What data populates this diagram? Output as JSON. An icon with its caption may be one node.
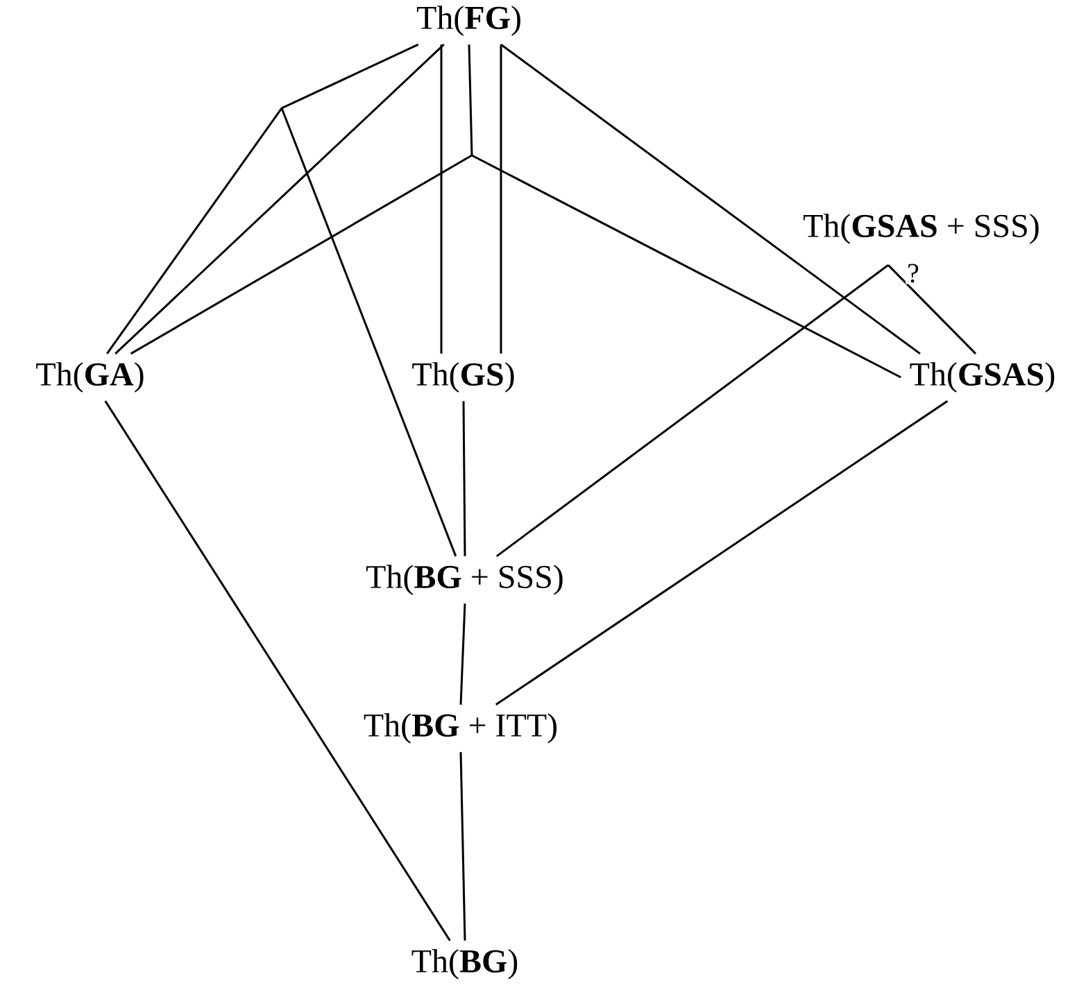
{
  "diagram": {
    "nodes": [
      {
        "text": [
          "Th(**FG**)"
        ]
      },
      {
        "text": [
          "Th(**GA**)"
        ]
      },
      {
        "text": [
          "Th(**GS**)"
        ]
      },
      {
        "text": [
          "Th(**GSAS** + SSS)"
        ]
      },
      {
        "text": [
          "Th(**GSAS**)"
        ]
      },
      {
        "text": [
          "Th(**BG** + SSS)"
        ]
      },
      {
        "text": [
          "Th(**BG** + ITT)"
        ]
      },
      {
        "text": [
          "Th(**BG**)"
        ]
      }
    ],
    "edges": [
      {
        "from": 0,
        "to": 1,
        "arrow": "none"
      },
      {
        "from": 0,
        "to": 5,
        "arrow": "none"
      },
      {
        "from": 0,
        "to": 1,
        "arrow": "none"
      },
      {
        "from": 0,
        "to": 2,
        "arrow": "none"
      },
      {
        "from": 0,
        "to": 1,
        "arrow": "none"
      },
      {
        "from": 0,
        "to": 4,
        "arrow": "none"
      },
      {
        "from": 0,
        "to": 2,
        "arrow": "none"
      },
      {
        "from": 0,
        "to": 4,
        "arrow": "none"
      },
      {
        "from": 5,
        "to": 3,
        "arrow": "none"
      },
      {
        "from": 3,
        "to": 4,
        "arrow": "none",
        "label": "?"
      },
      {
        "from": 2,
        "to": 5,
        "arrow": "none"
      },
      {
        "from": 5,
        "to": 6,
        "arrow": "none"
      },
      {
        "from": 4,
        "to": 6,
        "arrow": "none"
      },
      {
        "from": 6,
        "to": 7,
        "arrow": "none"
      },
      {
        "from": 1,
        "to": 7,
        "arrow": "none"
      }
    ]
  }
}
